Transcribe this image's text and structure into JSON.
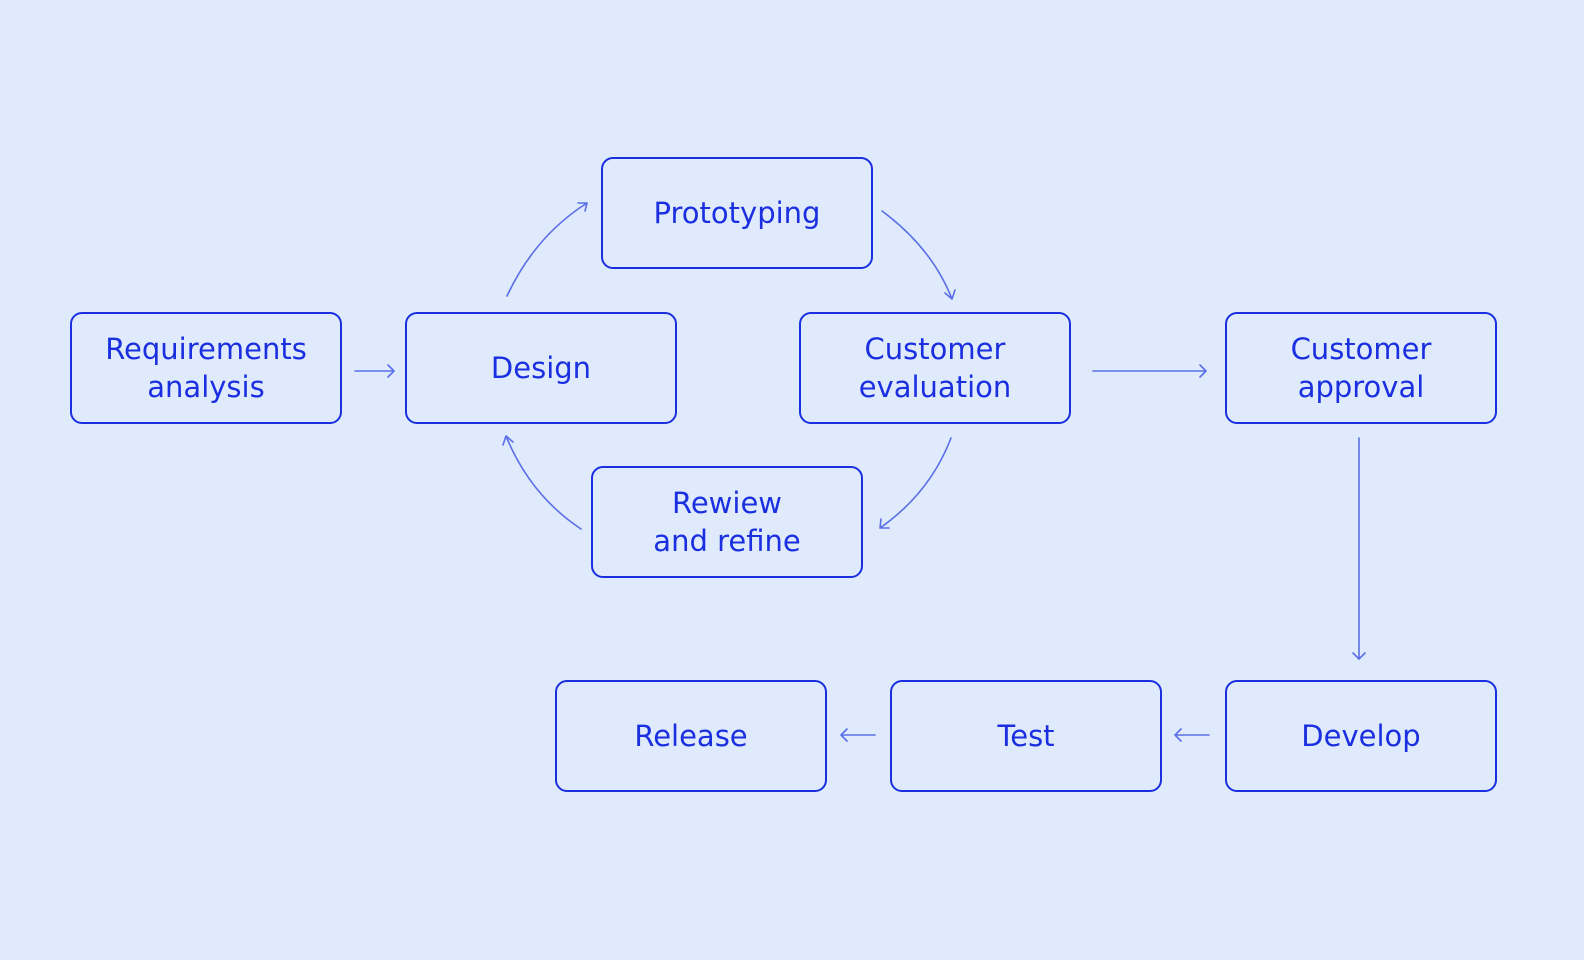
{
  "diagram": {
    "nodes": [
      {
        "id": "requirements",
        "label": "Requirements\nanalysis"
      },
      {
        "id": "design",
        "label": "Design"
      },
      {
        "id": "prototyping",
        "label": "Prototyping"
      },
      {
        "id": "evaluation",
        "label": "Customer\nevaluation"
      },
      {
        "id": "review",
        "label": "Rewiew\nand refine"
      },
      {
        "id": "approval",
        "label": "Customer\napproval"
      },
      {
        "id": "develop",
        "label": "Develop"
      },
      {
        "id": "test",
        "label": "Test"
      },
      {
        "id": "release",
        "label": "Release"
      }
    ],
    "edges": [
      {
        "from": "requirements",
        "to": "design"
      },
      {
        "from": "design",
        "to": "prototyping"
      },
      {
        "from": "prototyping",
        "to": "evaluation"
      },
      {
        "from": "evaluation",
        "to": "review"
      },
      {
        "from": "review",
        "to": "design"
      },
      {
        "from": "evaluation",
        "to": "approval"
      },
      {
        "from": "approval",
        "to": "develop"
      },
      {
        "from": "develop",
        "to": "test"
      },
      {
        "from": "test",
        "to": "release"
      }
    ],
    "colors": {
      "background": "#dfeafd",
      "node_border": "#1a2fe0",
      "node_text": "#1a2fe0",
      "arrow": "#5a6fe6"
    }
  }
}
